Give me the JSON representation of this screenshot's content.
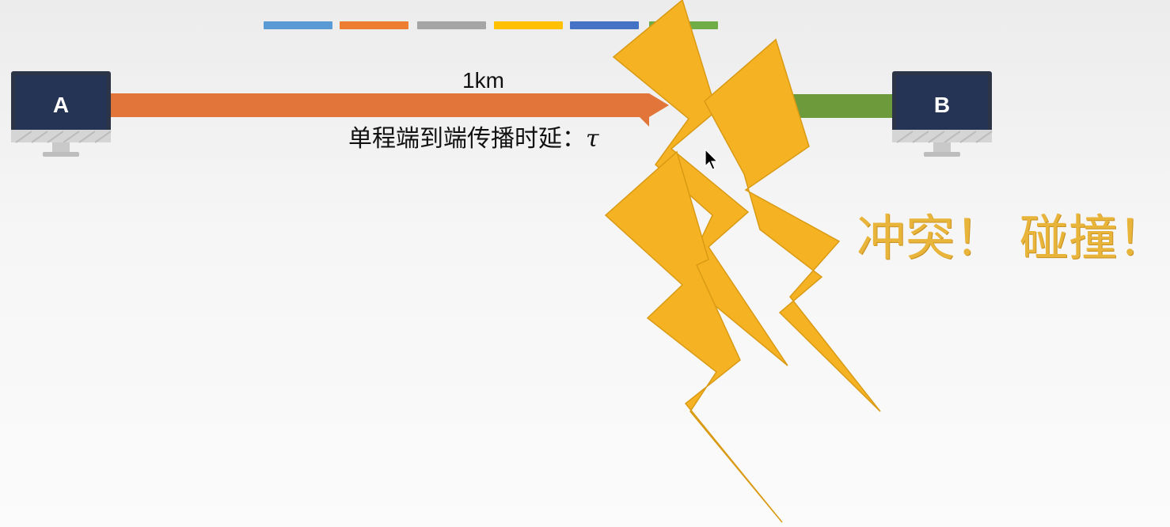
{
  "legend_bars": [
    {
      "color": "#5b9bd5"
    },
    {
      "color": "#ed7d31"
    },
    {
      "color": "#a5a5a5"
    },
    {
      "color": "#ffc000"
    },
    {
      "color": "#4472c4"
    },
    {
      "color": "#70ad47"
    }
  ],
  "hosts": {
    "a": {
      "label": "A"
    },
    "b": {
      "label": "B"
    }
  },
  "link": {
    "distance": "1km",
    "delay_text": "单程端到端传播时延：",
    "delay_symbol": "τ",
    "signal_a_color": "#e2763a",
    "signal_b_color": "#6d9a3a"
  },
  "collision": {
    "text": "冲突！ 碰撞！",
    "bolt_color": "#f5b324"
  },
  "icons": {
    "lightning": "lightning-bolt-icon",
    "cursor": "mouse-pointer-icon"
  }
}
